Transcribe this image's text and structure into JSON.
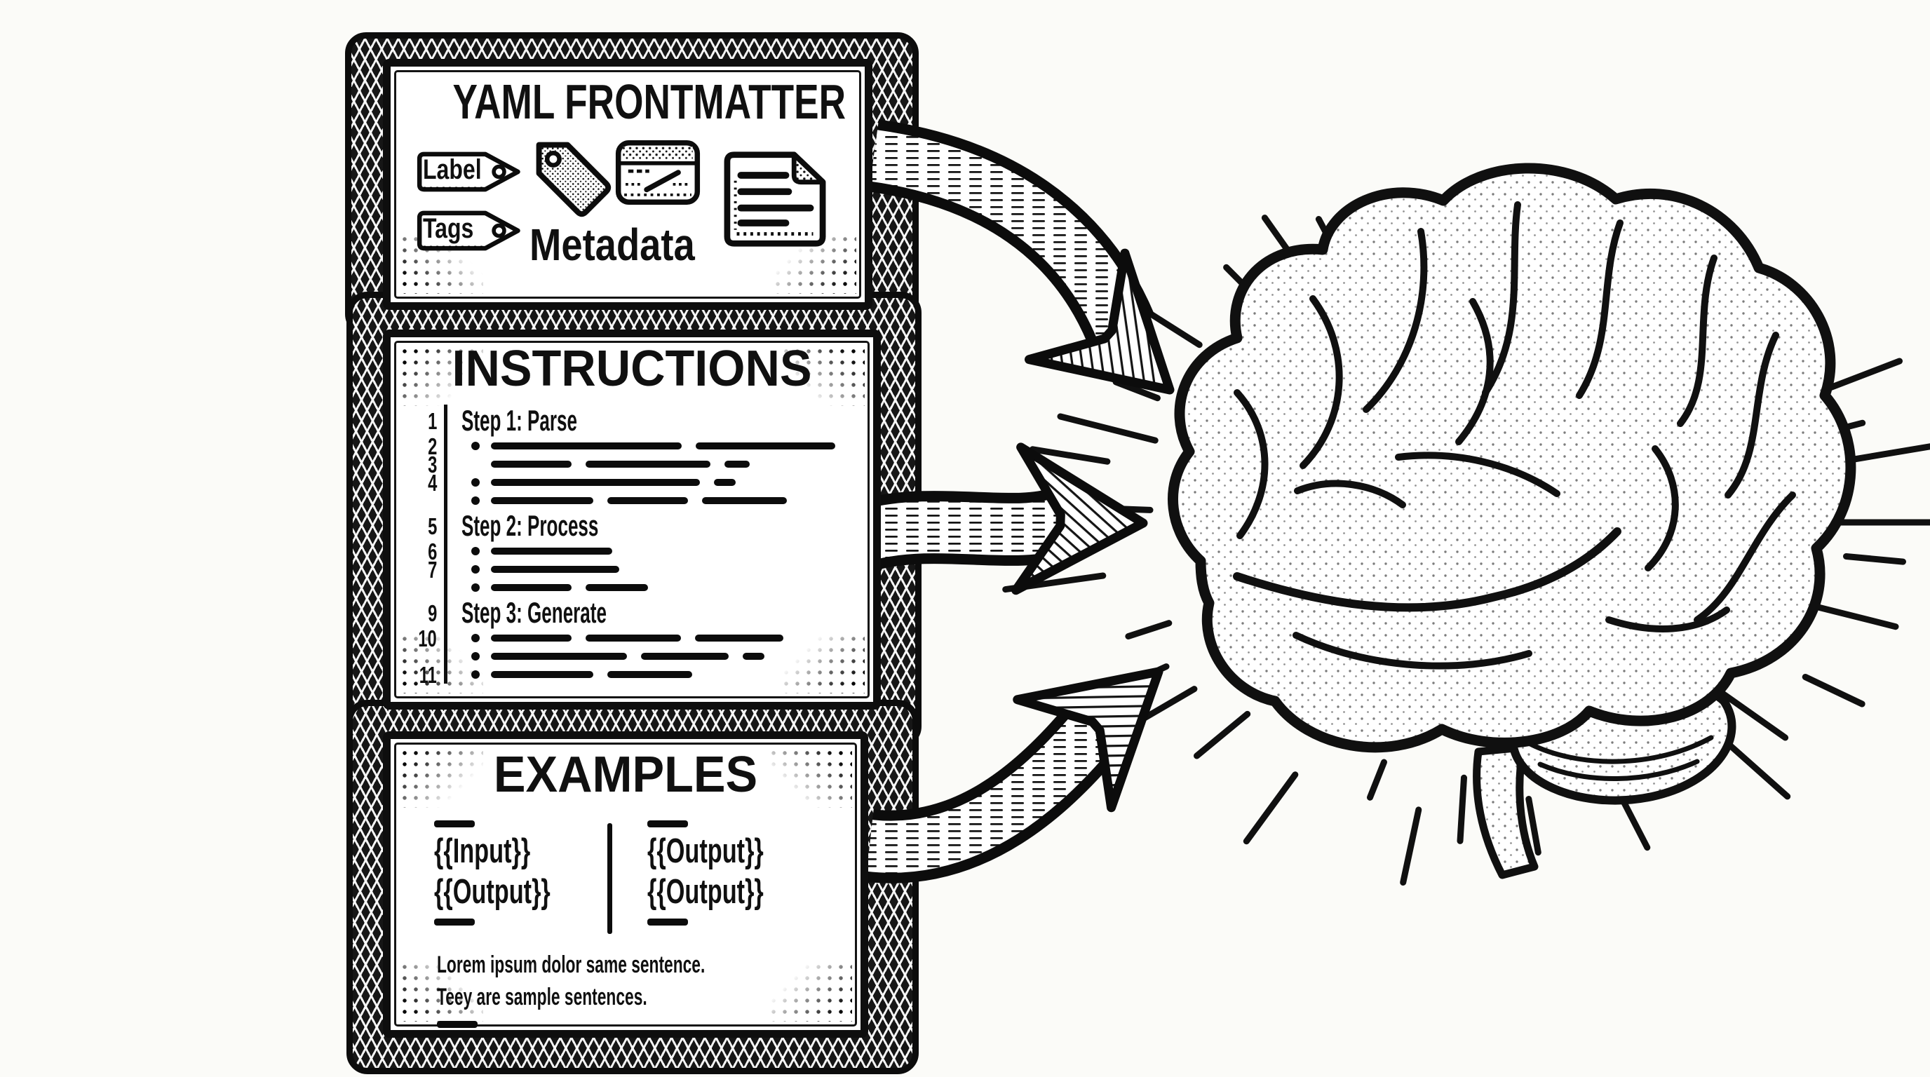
{
  "page": {
    "background": "#fbfbf8",
    "ink": "#101010"
  },
  "yaml_box": {
    "title": "YAML FRONTMATTER",
    "tag_chips": [
      {
        "label": "Label"
      },
      {
        "label": "Tags"
      }
    ],
    "metadata_label": "Metadata",
    "icons": [
      {
        "name": "label-tag-chip-icon"
      },
      {
        "name": "tags-tag-chip-icon"
      },
      {
        "name": "tag-icon"
      },
      {
        "name": "metadata-card-icon"
      },
      {
        "name": "document-icon"
      }
    ]
  },
  "instructions_box": {
    "title": "INSTRUCTIONS",
    "rows": [
      {
        "num": "1",
        "text": "Step 1: Parse"
      },
      {
        "num": "2",
        "text": ""
      },
      {
        "num": "3",
        "text": ""
      },
      {
        "num": "4",
        "text": ""
      },
      {
        "num": "",
        "text": ""
      },
      {
        "num": "5",
        "text": "Step 2: Process"
      },
      {
        "num": "6",
        "text": ""
      },
      {
        "num": "7",
        "text": ""
      },
      {
        "num": "",
        "text": ""
      },
      {
        "num": "9",
        "text": "Step 3: Generate"
      },
      {
        "num": "10",
        "text": ""
      },
      {
        "num": "",
        "text": ""
      },
      {
        "num": "11",
        "text": ""
      }
    ]
  },
  "examples_box": {
    "title": "EXAMPLES",
    "left_column": [
      "{{Input}}",
      "{{Output}}"
    ],
    "right_column": [
      "{{Output}}",
      "{{Output}}"
    ],
    "caption_line1": "Lorem ipsum dolor same sentence.",
    "caption_line2": "Teey are sample sentences."
  },
  "scene": {
    "arrows": [
      {
        "name": "arrow-yaml-to-brain"
      },
      {
        "name": "arrow-instructions-to-brain"
      },
      {
        "name": "arrow-examples-to-brain"
      }
    ],
    "brain": {
      "name": "brain-illustration"
    }
  }
}
